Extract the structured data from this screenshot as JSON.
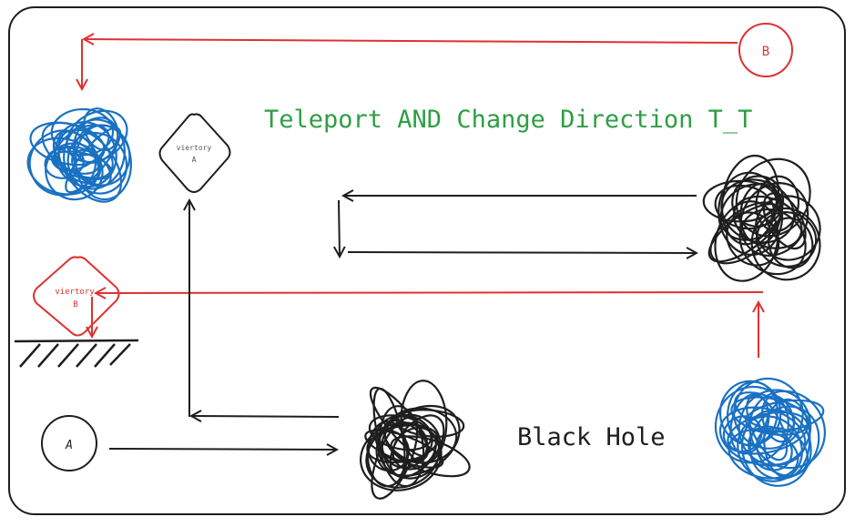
{
  "title": "Teleport AND Change Direction T_T",
  "nodes": {
    "circle_a": "A",
    "circle_b": "B",
    "victory_a": {
      "line1": "viertory",
      "line2": "A"
    },
    "victory_b": {
      "line1": "viertory",
      "line2": "B"
    }
  },
  "labels": {
    "black_hole": "Black Hole"
  },
  "colors": {
    "red": "#e03131",
    "blue": "#1971c2",
    "green": "#2f9e44",
    "black": "#1e1e1e"
  }
}
